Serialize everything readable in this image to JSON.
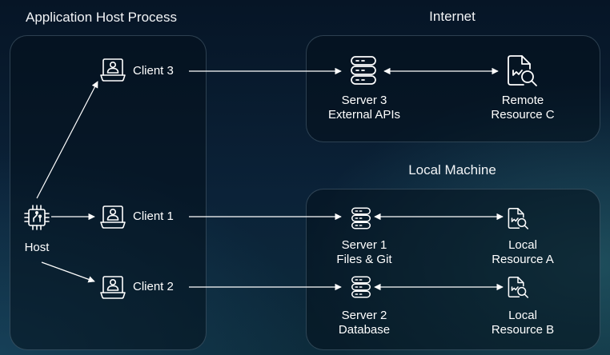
{
  "panels": {
    "app_host": "Application Host Process",
    "internet": "Internet",
    "local_machine": "Local Machine"
  },
  "nodes": {
    "host": "Host",
    "client1": "Client 1",
    "client2": "Client 2",
    "client3": "Client 3",
    "server1": {
      "line1": "Server 1",
      "line2": "Files & Git"
    },
    "server2": {
      "line1": "Server 2",
      "line2": "Database"
    },
    "server3": {
      "line1": "Server 3",
      "line2": "External APIs"
    },
    "resource_a": {
      "line1": "Local",
      "line2": "Resource A"
    },
    "resource_b": {
      "line1": "Local",
      "line2": "Resource B"
    },
    "resource_c": {
      "line1": "Remote",
      "line2": "Resource C"
    }
  },
  "icons": {
    "host": "cpu-chip-icon",
    "client": "laptop-user-icon",
    "server": "server-stack-icon",
    "resource": "document-search-icon"
  },
  "colors": {
    "line": "#ffffff",
    "text": "#ffffff"
  }
}
